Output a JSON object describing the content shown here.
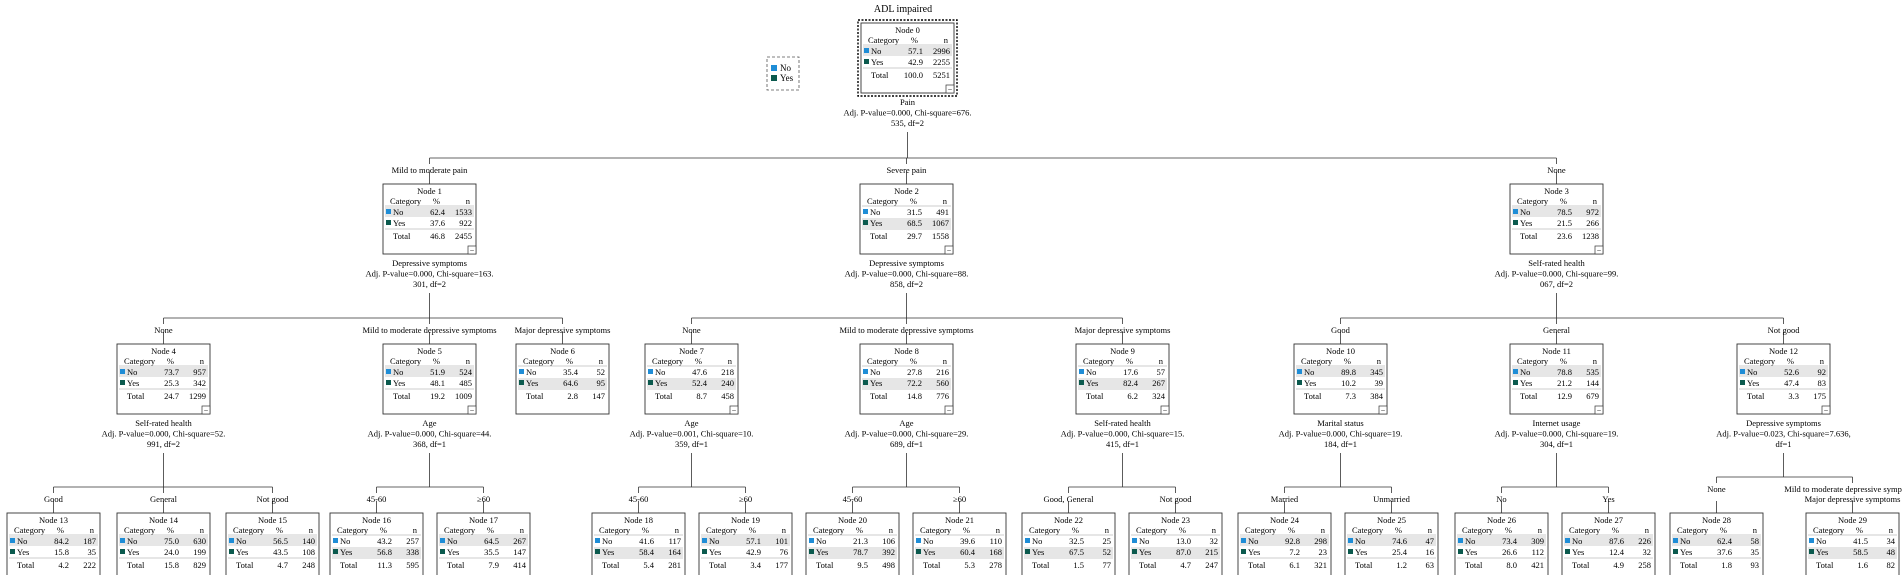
{
  "title": "ADL impaired",
  "legend": [
    {
      "label": "No",
      "color": "#1f8dd6"
    },
    {
      "label": "Yes",
      "color": "#0b5a4e"
    }
  ],
  "table_header": {
    "category": "Category",
    "percent": "%",
    "n": "n"
  },
  "total_label": "Total",
  "collapse_symbol": "−",
  "nodes": [
    {
      "id": 0,
      "name": "Node 0",
      "no": [
        "57.1",
        "2996"
      ],
      "yes": [
        "42.9",
        "2255"
      ],
      "total": [
        "100.0",
        "5251"
      ],
      "split": [
        "Pain",
        "Adj. P-value=0.000, Chi-square=676.",
        "535, df=2"
      ]
    },
    {
      "id": 1,
      "name": "Node 1",
      "branch": [
        "Mild to moderate pain"
      ],
      "no": [
        "62.4",
        "1533"
      ],
      "yes": [
        "37.6",
        "922"
      ],
      "total": [
        "46.8",
        "2455"
      ],
      "split": [
        "Depressive symptoms",
        "Adj. P-value=0.000, Chi-square=163.",
        "301, df=2"
      ]
    },
    {
      "id": 2,
      "name": "Node 2",
      "branch": [
        "Severe pain"
      ],
      "no": [
        "31.5",
        "491"
      ],
      "yes": [
        "68.5",
        "1067"
      ],
      "total": [
        "29.7",
        "1558"
      ],
      "split": [
        "Depressive symptoms",
        "Adj. P-value=0.000, Chi-square=88.",
        "858, df=2"
      ]
    },
    {
      "id": 3,
      "name": "Node 3",
      "branch": [
        "None"
      ],
      "no": [
        "78.5",
        "972"
      ],
      "yes": [
        "21.5",
        "266"
      ],
      "total": [
        "23.6",
        "1238"
      ],
      "split": [
        "Self-rated health",
        "Adj. P-value=0.000, Chi-square=99.",
        "067, df=2"
      ]
    },
    {
      "id": 4,
      "name": "Node 4",
      "branch": [
        "None"
      ],
      "no": [
        "73.7",
        "957"
      ],
      "yes": [
        "25.3",
        "342"
      ],
      "total": [
        "24.7",
        "1299"
      ],
      "split": [
        "Self-rated health",
        "Adj. P-value=0.000, Chi-square=52.",
        "991, df=2"
      ]
    },
    {
      "id": 5,
      "name": "Node 5",
      "branch": [
        "Mild to moderate depressive symptoms"
      ],
      "no": [
        "51.9",
        "524"
      ],
      "yes": [
        "48.1",
        "485"
      ],
      "total": [
        "19.2",
        "1009"
      ],
      "split": [
        "Age",
        "Adj. P-value=0.000, Chi-square=44.",
        "368, df=1"
      ]
    },
    {
      "id": 6,
      "name": "Node 6",
      "branch": [
        "Major depressive symptoms"
      ],
      "no": [
        "35.4",
        "52"
      ],
      "yes": [
        "64.6",
        "95"
      ],
      "total": [
        "2.8",
        "147"
      ]
    },
    {
      "id": 7,
      "name": "Node 7",
      "branch": [
        "None"
      ],
      "no": [
        "47.6",
        "218"
      ],
      "yes": [
        "52.4",
        "240"
      ],
      "total": [
        "8.7",
        "458"
      ],
      "split": [
        "Age",
        "Adj. P-value=0.001, Chi-square=10.",
        "359, df=1"
      ]
    },
    {
      "id": 8,
      "name": "Node 8",
      "branch": [
        "Mild to moderate depressive symptoms"
      ],
      "no": [
        "27.8",
        "216"
      ],
      "yes": [
        "72.2",
        "560"
      ],
      "total": [
        "14.8",
        "776"
      ],
      "split": [
        "Age",
        "Adj. P-value=0.000, Chi-square=29.",
        "689, df=1"
      ]
    },
    {
      "id": 9,
      "name": "Node 9",
      "branch": [
        "Major depressive symptoms"
      ],
      "no": [
        "17.6",
        "57"
      ],
      "yes": [
        "82.4",
        "267"
      ],
      "total": [
        "6.2",
        "324"
      ],
      "split": [
        "Self-rated health",
        "Adj. P-value=0.000, Chi-square=15.",
        "415, df=1"
      ]
    },
    {
      "id": 10,
      "name": "Node 10",
      "branch": [
        "Good"
      ],
      "no": [
        "89.8",
        "345"
      ],
      "yes": [
        "10.2",
        "39"
      ],
      "total": [
        "7.3",
        "384"
      ],
      "split": [
        "Marital status",
        "Adj. P-value=0.000, Chi-square=19.",
        "184, df=1"
      ]
    },
    {
      "id": 11,
      "name": "Node 11",
      "branch": [
        "General"
      ],
      "no": [
        "78.8",
        "535"
      ],
      "yes": [
        "21.2",
        "144"
      ],
      "total": [
        "12.9",
        "679"
      ],
      "split": [
        "Internet usage",
        "Adj. P-value=0.000, Chi-square=19.",
        "304, df=1"
      ]
    },
    {
      "id": 12,
      "name": "Node 12",
      "branch": [
        "Not good"
      ],
      "no": [
        "52.6",
        "92"
      ],
      "yes": [
        "47.4",
        "83"
      ],
      "total": [
        "3.3",
        "175"
      ],
      "split": [
        "Depressive symptoms",
        "Adj. P-value=0.023, Chi-square=7.636,",
        "df=1"
      ]
    },
    {
      "id": 13,
      "name": "Node 13",
      "branch": [
        "Good"
      ],
      "no": [
        "84.2",
        "187"
      ],
      "yes": [
        "15.8",
        "35"
      ],
      "total": [
        "4.2",
        "222"
      ]
    },
    {
      "id": 14,
      "name": "Node 14",
      "branch": [
        "General"
      ],
      "no": [
        "75.0",
        "630"
      ],
      "yes": [
        "24.0",
        "199"
      ],
      "total": [
        "15.8",
        "829"
      ]
    },
    {
      "id": 15,
      "name": "Node 15",
      "branch": [
        "Not good"
      ],
      "no": [
        "56.5",
        "140"
      ],
      "yes": [
        "43.5",
        "108"
      ],
      "total": [
        "4.7",
        "248"
      ]
    },
    {
      "id": 16,
      "name": "Node 16",
      "branch": [
        "45-60"
      ],
      "no": [
        "43.2",
        "257"
      ],
      "yes": [
        "56.8",
        "338"
      ],
      "total": [
        "11.3",
        "595"
      ]
    },
    {
      "id": 17,
      "name": "Node 17",
      "branch": [
        "≥60"
      ],
      "no": [
        "64.5",
        "267"
      ],
      "yes": [
        "35.5",
        "147"
      ],
      "total": [
        "7.9",
        "414"
      ]
    },
    {
      "id": 18,
      "name": "Node 18",
      "branch": [
        "45-60"
      ],
      "no": [
        "41.6",
        "117"
      ],
      "yes": [
        "58.4",
        "164"
      ],
      "total": [
        "5.4",
        "281"
      ]
    },
    {
      "id": 19,
      "name": "Node 19",
      "branch": [
        "≥60"
      ],
      "no": [
        "57.1",
        "101"
      ],
      "yes": [
        "42.9",
        "76"
      ],
      "total": [
        "3.4",
        "177"
      ]
    },
    {
      "id": 20,
      "name": "Node 20",
      "branch": [
        "45-60"
      ],
      "no": [
        "21.3",
        "106"
      ],
      "yes": [
        "78.7",
        "392"
      ],
      "total": [
        "9.5",
        "498"
      ]
    },
    {
      "id": 21,
      "name": "Node 21",
      "branch": [
        "≥60"
      ],
      "no": [
        "39.6",
        "110"
      ],
      "yes": [
        "60.4",
        "168"
      ],
      "total": [
        "5.3",
        "278"
      ]
    },
    {
      "id": 22,
      "name": "Node 22",
      "branch": [
        "Good, General"
      ],
      "no": [
        "32.5",
        "25"
      ],
      "yes": [
        "67.5",
        "52"
      ],
      "total": [
        "1.5",
        "77"
      ]
    },
    {
      "id": 23,
      "name": "Node 23",
      "branch": [
        "Not good"
      ],
      "no": [
        "13.0",
        "32"
      ],
      "yes": [
        "87.0",
        "215"
      ],
      "total": [
        "4.7",
        "247"
      ]
    },
    {
      "id": 24,
      "name": "Node 24",
      "branch": [
        "Married"
      ],
      "no": [
        "92.8",
        "298"
      ],
      "yes": [
        "7.2",
        "23"
      ],
      "total": [
        "6.1",
        "321"
      ]
    },
    {
      "id": 25,
      "name": "Node 25",
      "branch": [
        "Unmarried"
      ],
      "no": [
        "74.6",
        "47"
      ],
      "yes": [
        "25.4",
        "16"
      ],
      "total": [
        "1.2",
        "63"
      ]
    },
    {
      "id": 26,
      "name": "Node 26",
      "branch": [
        "No"
      ],
      "no": [
        "73.4",
        "309"
      ],
      "yes": [
        "26.6",
        "112"
      ],
      "total": [
        "8.0",
        "421"
      ]
    },
    {
      "id": 27,
      "name": "Node 27",
      "branch": [
        "Yes"
      ],
      "no": [
        "87.6",
        "226"
      ],
      "yes": [
        "12.4",
        "32"
      ],
      "total": [
        "4.9",
        "258"
      ]
    },
    {
      "id": 28,
      "name": "Node 28",
      "branch": [
        "None"
      ],
      "no": [
        "62.4",
        "58"
      ],
      "yes": [
        "37.6",
        "35"
      ],
      "total": [
        "1.8",
        "93"
      ]
    },
    {
      "id": 29,
      "name": "Node 29",
      "branch": [
        "Mild to moderate depressive symptoms;",
        "Major depressive symptoms"
      ],
      "no": [
        "41.5",
        "34"
      ],
      "yes": [
        "58.5",
        "48"
      ],
      "total": [
        "1.6",
        "82"
      ]
    }
  ]
}
